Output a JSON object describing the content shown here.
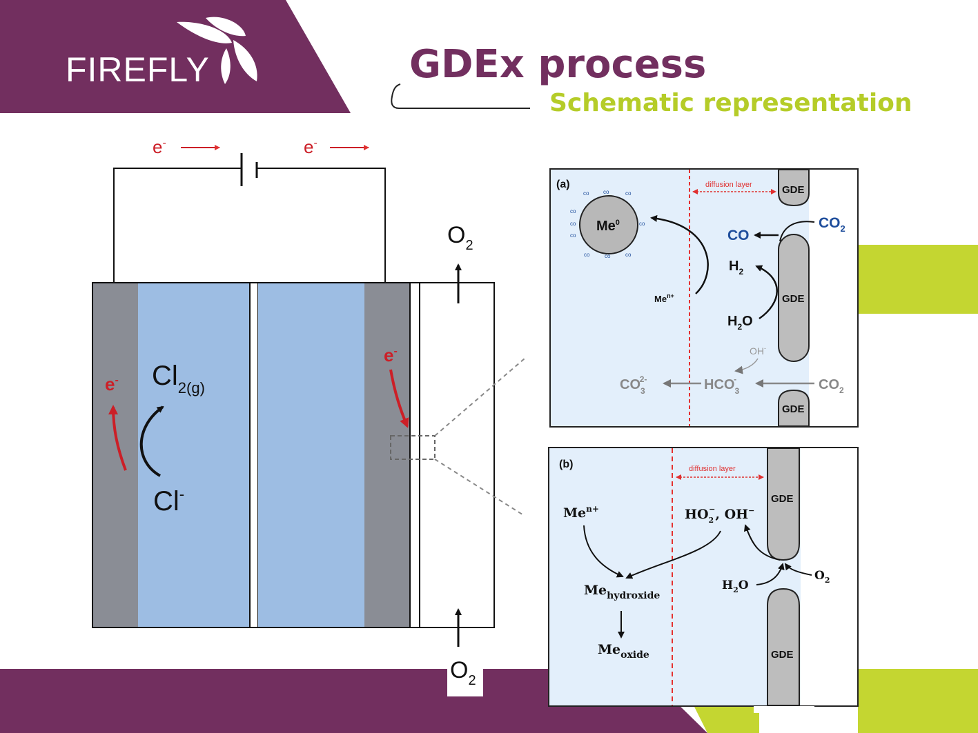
{
  "header": {
    "brand": "FIREFLY",
    "title": "GDEx process",
    "subtitle": "Schematic representation"
  },
  "colors": {
    "purple": "#722f5f",
    "lime": "#c4d631",
    "electrolyte_blue": "#9dbde3",
    "electrode_gray": "#8a8d95",
    "panel_blue": "#e3effb",
    "electron_red": "#cc1f27",
    "species_blue": "#1f4e9c"
  },
  "cell": {
    "electron_top_left": "e",
    "electron_top_right": "e",
    "electron_left": "e",
    "electron_right": "e",
    "electron_sup": "-",
    "cl2": "Cl",
    "cl2_sub": "2(g)",
    "cl_minus": "Cl",
    "cl_minus_sup": "-",
    "o2_top": "O",
    "o2_top_sub": "2",
    "o2_bottom": "O",
    "o2_bottom_sub": "2"
  },
  "panel_a": {
    "label": "(a)",
    "diffusion": "diffusion layer",
    "gde_top": "GDE",
    "gde_mid": "GDE",
    "gde_bottom": "GDE",
    "me0": "Me",
    "me0_sup": "0",
    "co_small": "co",
    "co": "CO",
    "co2_top": "CO",
    "co2_top_sub": "2",
    "h2": "H",
    "h2_sub": "2",
    "h2o": "H",
    "h2o_sub": "2",
    "h2o_o": "O",
    "men": "Me",
    "men_sup": "n+",
    "oh": "OH",
    "oh_sup": "-",
    "co3": "CO",
    "co3_sub": "3",
    "co3_sup": "2-",
    "hco3": "HCO",
    "hco3_sub": "3",
    "hco3_sup": "-",
    "co2_bottom": "CO",
    "co2_bottom_sub": "2"
  },
  "panel_b": {
    "label": "(b)",
    "diffusion": "diffusion layer",
    "gde_top": "GDE",
    "gde_bottom": "GDE",
    "men": "Me",
    "men_sup": "n+",
    "ho2": "HO",
    "ho2_sub": "2",
    "ho2_sup": "−",
    "oh": ", OH",
    "oh_sup": "−",
    "me_hydroxide": "Me",
    "me_hydroxide_sub": "hydroxide",
    "me_oxide": "Me",
    "me_oxide_sub": "oxide",
    "h2o": "H",
    "h2o_sub": "2",
    "h2o_o": "O",
    "o2": "O",
    "o2_sub": "2"
  }
}
